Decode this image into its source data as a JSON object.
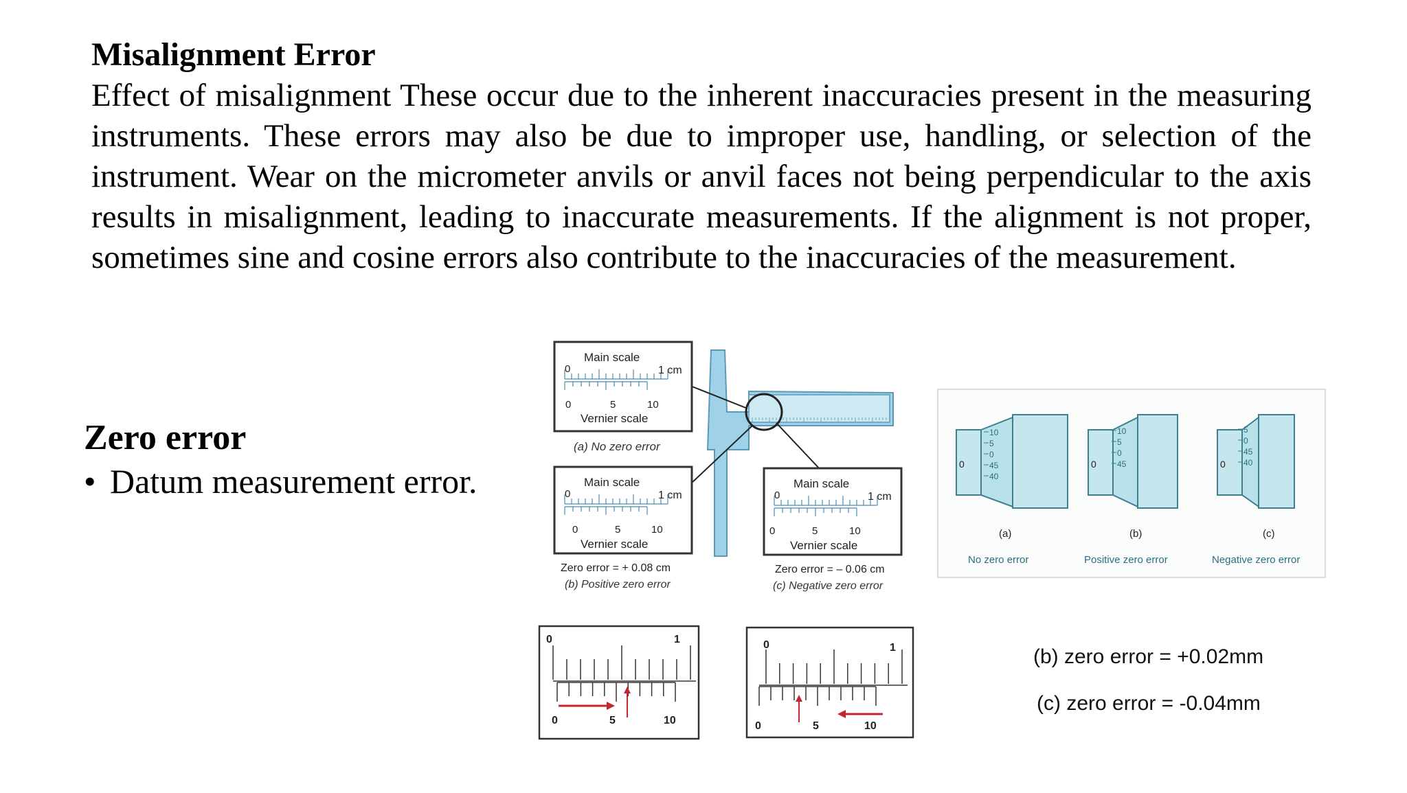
{
  "section1": {
    "heading": "Misalignment Error",
    "paragraph": "Effect of misalignment These occur due to the inherent inaccuracies present in the measuring instruments. These errors may also be due to improper use, handling, or selection of the instrument. Wear on the micrometer anvils or anvil faces not being perpendicular to the axis results in misalignment, leading to inaccurate measurements. If the alignment is not proper, sometimes sine and cosine errors also contribute to the inaccuracies of the measurement."
  },
  "section2": {
    "heading": "Zero error",
    "bullet_char": "•",
    "bullet": "Datum measurement error."
  },
  "vernier_figure": {
    "main_scale": "Main scale",
    "vernier_scale": "Vernier scale",
    "unit": "1 cm",
    "t0": "0",
    "t5": "5",
    "t10": "10",
    "a_caption": "(a) No zero error",
    "b_value": "Zero error = + 0.08 cm",
    "b_caption": "(b) Positive zero error",
    "c_value": "Zero error = – 0.06 cm",
    "c_caption": "(c) Negative zero error"
  },
  "micrometer_figure": {
    "labels": [
      "(a)",
      "(b)",
      "(c)"
    ],
    "captions": [
      "No zero error",
      "Positive zero error",
      "Negative zero error"
    ],
    "datum": "0",
    "thimble_a": [
      "10",
      "5",
      "0",
      "45",
      "40"
    ],
    "thimble_b": [
      "10",
      "5",
      "0",
      "45"
    ],
    "thimble_c": [
      "5",
      "0",
      "45",
      "40"
    ]
  },
  "scale_figures": {
    "zero": "0",
    "one": "1",
    "five": "5",
    "ten": "10",
    "equation_b": "(b) zero error = +0.02mm",
    "equation_c": "(c) zero error = -0.04mm"
  },
  "colors": {
    "arrow": "#c0282d",
    "caliper": "#9fd1e8",
    "micrometer": "#b9e1ea"
  }
}
